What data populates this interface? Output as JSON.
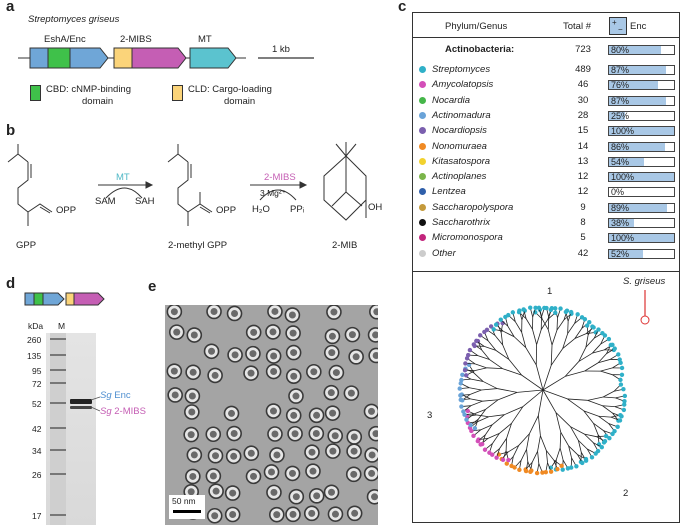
{
  "panels": {
    "a": "a",
    "b": "b",
    "c": "c",
    "d": "d",
    "e": "e"
  },
  "panel_a": {
    "organism": "Streptomyces griseus",
    "genes": [
      "EshA/Enc",
      "2-MIBS",
      "MT"
    ],
    "scale": "1 kb",
    "legend": [
      {
        "label": "CBD: cNMP-binding",
        "label2": "domain",
        "color": "#3fc14a"
      },
      {
        "label": "CLD: Cargo-loading",
        "label2": "domain",
        "color": "#fbd47a"
      }
    ],
    "colors": {
      "enc": "#6fa6d7",
      "mibs": "#c55eb4",
      "mt": "#5bc3cf"
    }
  },
  "panel_b": {
    "gpp": "GPP",
    "opp": "OPP",
    "mt": "MT",
    "sam": "SAM",
    "sah": "SAH",
    "methyl_gpp": "2-methyl GPP",
    "mibs": "2-MIBS",
    "mg": "3 Mg²⁺",
    "h2o": "H₂O",
    "ppi": "PPᵢ",
    "oh": "OH",
    "mib": "2-MIB"
  },
  "panel_c": {
    "header_phylum": "Phylum/Genus",
    "header_total": "Total #",
    "header_enc": "Enc",
    "phylum": {
      "name": "Actinobacteria:",
      "total": "723",
      "pct": "80%",
      "value": 80
    },
    "rows": [
      {
        "name": "Streptomyces",
        "total": "489",
        "pct": "87%",
        "value": 87,
        "color": "#2fb0c8"
      },
      {
        "name": "Amycolatopsis",
        "total": "46",
        "pct": "76%",
        "value": 76,
        "color": "#d34fb8"
      },
      {
        "name": "Nocardia",
        "total": "30",
        "pct": "87%",
        "value": 87,
        "color": "#45b649"
      },
      {
        "name": "Actinomadura",
        "total": "28",
        "pct": "25%",
        "value": 25,
        "color": "#6aa3d8"
      },
      {
        "name": "Nocardiopsis",
        "total": "15",
        "pct": "100%",
        "value": 100,
        "color": "#7b5fae"
      },
      {
        "name": "Nonomuraea",
        "total": "14",
        "pct": "86%",
        "value": 86,
        "color": "#f08a24"
      },
      {
        "name": "Kitasatospora",
        "total": "13",
        "pct": "54%",
        "value": 54,
        "color": "#f2d22e"
      },
      {
        "name": "Actinoplanes",
        "total": "12",
        "pct": "100%",
        "value": 100,
        "color": "#7bb54a"
      },
      {
        "name": "Lentzea",
        "total": "12",
        "pct": "0%",
        "value": 0,
        "color": "#2f5faa"
      },
      {
        "name": "Saccharopolyspora",
        "total": "9",
        "pct": "89%",
        "value": 89,
        "color": "#c49a3b"
      },
      {
        "name": "Saccharothrix",
        "total": "8",
        "pct": "38%",
        "value": 38,
        "color": "#111111"
      },
      {
        "name": "Micromonospora",
        "total": "5",
        "pct": "100%",
        "value": 100,
        "color": "#c2257c"
      },
      {
        "name": "Other",
        "total": "42",
        "pct": "52%",
        "value": 52,
        "color": "#cccccc"
      }
    ],
    "tree_label": "S. griseus",
    "clades": [
      "1",
      "2",
      "3"
    ]
  },
  "panel_d": {
    "kda": "kDa",
    "marker": "M",
    "ladder": [
      "260",
      "135",
      "95",
      "72",
      "52",
      "42",
      "34",
      "26",
      "17"
    ],
    "band1_prefix": "Sg",
    "band1": "Enc",
    "band2_prefix": "Sg",
    "band2": "2-MIBS"
  },
  "panel_e": {
    "scale": "50 nm"
  }
}
